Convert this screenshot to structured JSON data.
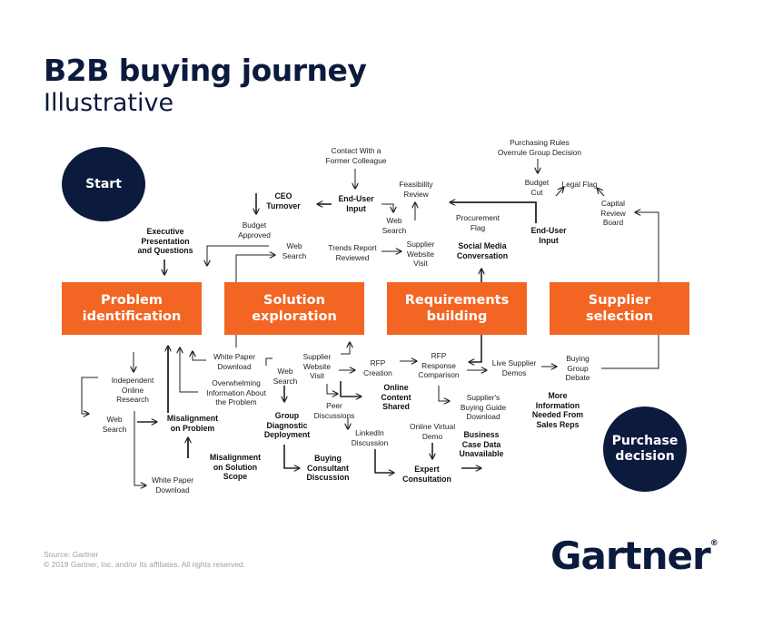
{
  "header": {
    "title": "B2B buying journey",
    "subtitle": "Illustrative"
  },
  "nodes": {
    "start": "Start",
    "purchase": "Purchase\ndecision"
  },
  "stages": {
    "problem": "Problem\nidentification",
    "solution": "Solution\nexploration",
    "requirements": "Requirements\nbuilding",
    "supplier": "Supplier\nselection"
  },
  "labels": {
    "contact_former": "Contact With a\nFormer Colleague",
    "end_user_input_1": "End-User\nInput",
    "ceo_turnover": "CEO\nTurnover",
    "budget_approved": "Budget\nApproved",
    "feasibility_review": "Feasibility\nReview",
    "web_search_1": "Web\nSearch",
    "procurement_flag": "Procurement\nFlag",
    "purchasing_rules": "Purchasing Rules\nOverrule Group Decision",
    "budget_cut": "Budget\nCut",
    "legal_flag": "Legal Flag",
    "capital_review": "Capital\nReview\nBoard",
    "end_user_input_2": "End-User\nInput",
    "exec_presentation": "Executive\nPresentation\nand Questions",
    "web_search_2": "Web\nSearch",
    "trends_report": "Trends Report\nReviewed",
    "supplier_website_1": "Supplier\nWebsite\nVisit",
    "social_media": "Social Media\nConversation",
    "independent_research": "Independent\nOnline\nResearch",
    "web_search_3": "Web\nSearch",
    "white_paper_1": "White Paper\nDownload",
    "misalignment_problem": "Misalignment\non Problem",
    "overwhelming_info": "Overwhelming\nInformation About\nthe Problem",
    "white_paper_2": "White Paper\nDownload",
    "web_search_4": "Web\nSearch",
    "group_diagnostic": "Group\nDiagnostic\nDeployment",
    "misalignment_scope": "Misalignment\non Solution\nScope",
    "buying_consultant": "Buying\nConsultant\nDiscussion",
    "supplier_website_2": "Supplier\nWebsite\nVisit",
    "peer_discussions": "Peer\nDiscussions",
    "online_content": "Online\nContent\nShared",
    "rfp_creation": "RFP\nCreation",
    "rfp_comparison": "RFP\nResponse\nComparison",
    "linkedin": "LinkedIn\nDiscussion",
    "buying_guide": "Supplier's\nBuying Guide\nDownload",
    "online_demo": "Online Virtual\nDemo",
    "expert_consultation": "Expert\nConsultation",
    "business_case": "Business\nCase Data\nUnavailable",
    "live_demos": "Live Supplier\nDemos",
    "buying_group_debate": "Buying\nGroup\nDebate",
    "more_info": "More\nInformation\nNeeded From\nSales Reps"
  },
  "footer": {
    "source": "Source: Gartner",
    "copyright": "© 2019 Gartner, Inc. and/or its affiliates. All rights reserved.",
    "logo": "Gartner",
    "logo_mark": "®"
  },
  "colors": {
    "navy": "#0c1a3d",
    "orange": "#f26522",
    "line": "#222222"
  }
}
